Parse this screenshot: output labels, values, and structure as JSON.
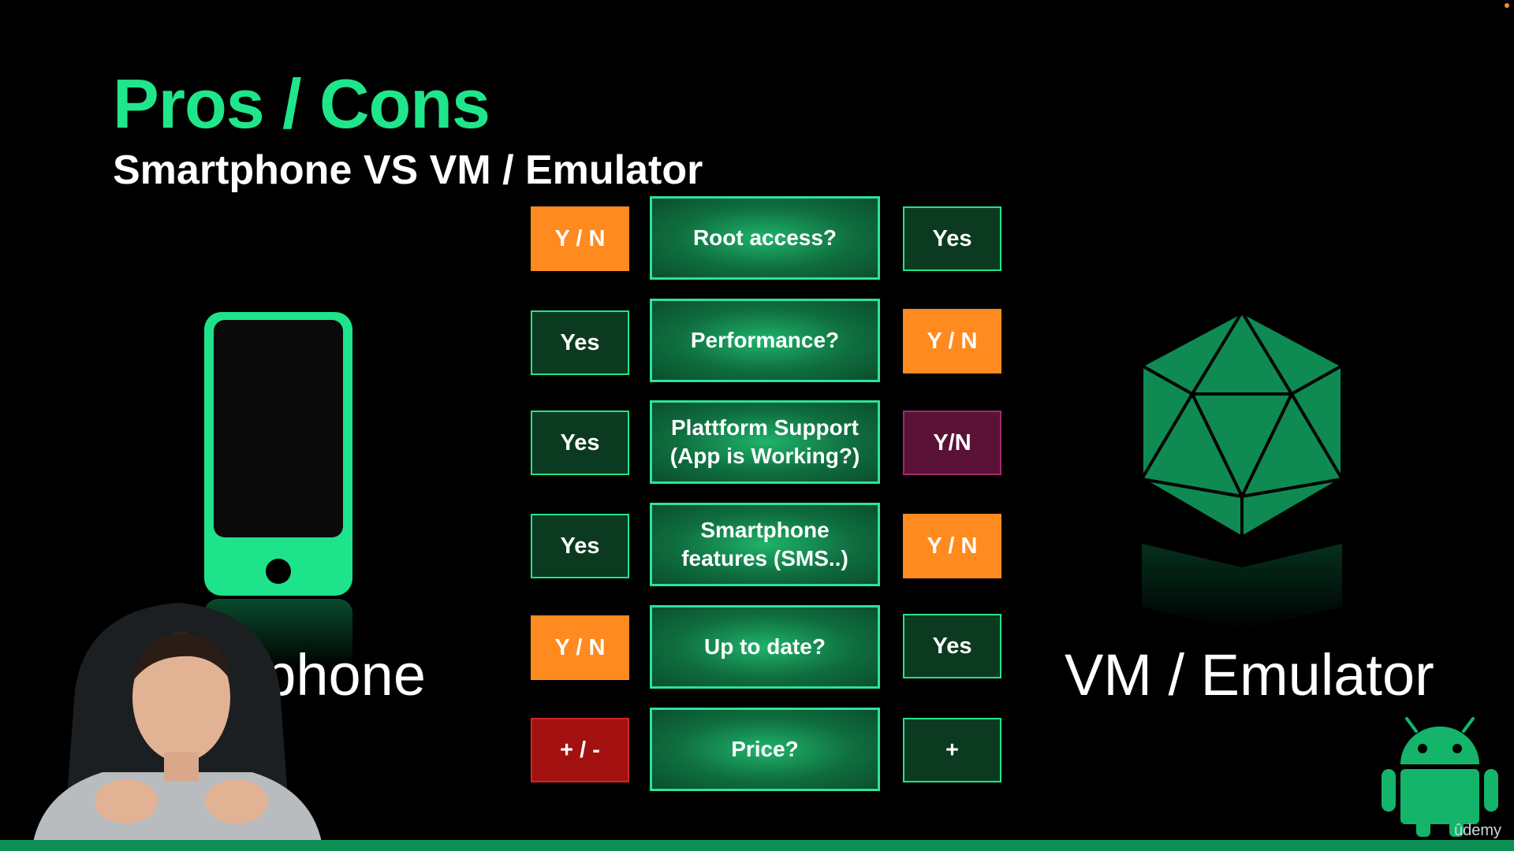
{
  "slide": {
    "title": "Pros / Cons",
    "subtitle": "Smartphone VS VM / Emulator",
    "left_label": "tphone",
    "right_label": "VM / Emulator",
    "watermark": "ûdemy"
  },
  "rows": [
    {
      "question": "Root access?",
      "smartphone": "Y / N",
      "vm": "Yes"
    },
    {
      "question": "Performance?",
      "smartphone": "Yes",
      "vm": "Y / N"
    },
    {
      "question": "Plattform Support\n(App is Working?)",
      "smartphone": "Yes",
      "vm": "Y/N"
    },
    {
      "question": "Smartphone\nfeatures (SMS..)",
      "smartphone": "Yes",
      "vm": "Y / N"
    },
    {
      "question": "Up to date?",
      "smartphone": "Y / N",
      "vm": "Yes"
    },
    {
      "question": "Price?",
      "smartphone": "+ / -",
      "vm": "+"
    }
  ],
  "colors": {
    "accent_green": "#1fe68a",
    "yes_fill": "#0b3a20",
    "orange": "#ff8a1f",
    "purple": "#5a1236",
    "red": "#a31010"
  },
  "icons": {
    "left": "smartphone-icon",
    "right": "d20-dice-icon",
    "corner": "android-robot-icon"
  }
}
